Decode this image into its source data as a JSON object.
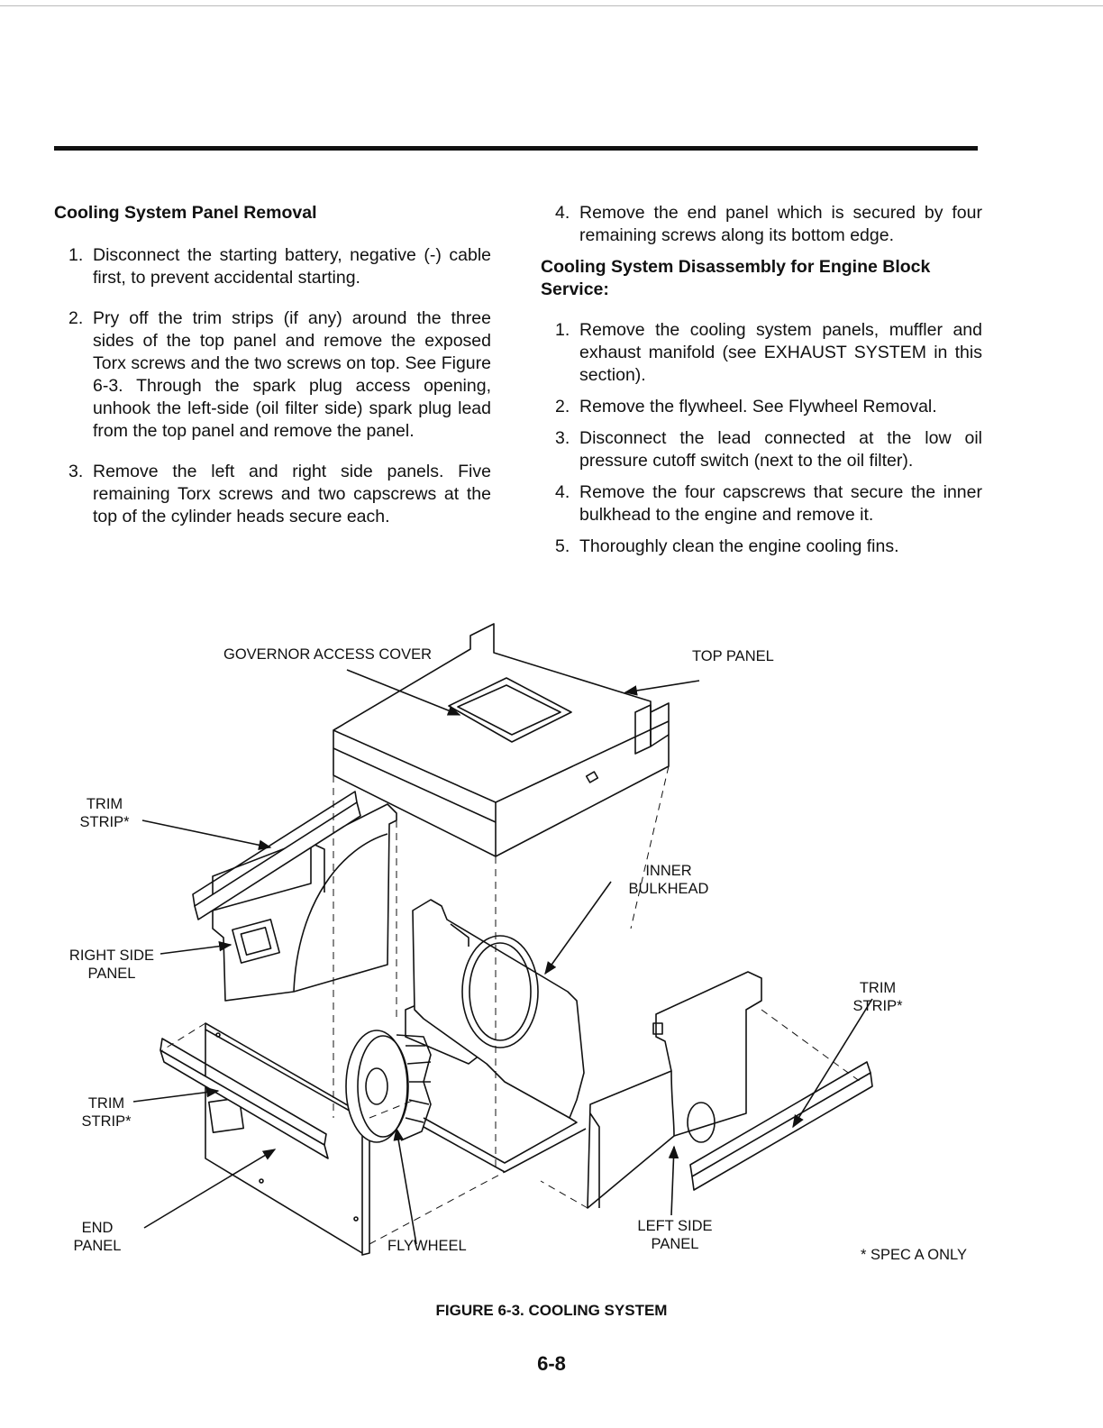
{
  "left_heading": "Cooling System Panel Removal",
  "left_steps": [
    {
      "num": "1.",
      "text": "Disconnect the starting battery, negative (-) cable first, to prevent accidental starting."
    },
    {
      "num": "2.",
      "text": "Pry off the trim strips (if any) around the three sides of the top panel and remove the exposed Torx screws and the two screws on top. See Figure 6-3. Through the spark plug access opening, unhook the left-side (oil filter side) spark plug lead from the top panel and remove the panel."
    },
    {
      "num": "3.",
      "text": "Remove the left and right side panels. Five remaining Torx screws and two capscrews at the top of the cylinder heads secure each."
    }
  ],
  "right_steps_top": [
    {
      "num": "4.",
      "text": "Remove the end panel which is secured by four remaining screws along its bottom edge."
    }
  ],
  "right_heading": "Cooling System Disassembly for Engine Block Service:",
  "right_steps": [
    {
      "num": "1.",
      "text": "Remove the cooling system panels, muffler and exhaust manifold (see EXHAUST SYSTEM in this section)."
    },
    {
      "num": "2.",
      "text": "Remove the flywheel. See Flywheel Removal."
    },
    {
      "num": "3.",
      "text": "Disconnect the lead connected at the low oil pressure cutoff switch (next to the oil filter)."
    },
    {
      "num": "4.",
      "text": "Remove the four capscrews that secure the inner bulkhead to the engine and remove it."
    },
    {
      "num": "5.",
      "text": "Thoroughly clean the engine cooling fins."
    }
  ],
  "figure_labels": {
    "governor": "GOVERNOR ACCESS COVER",
    "top_panel": "TOP PANEL",
    "trim_strip_1": "TRIM STRIP*",
    "inner_bulkhead": "INNER BULKHEAD",
    "right_side_panel": "RIGHT SIDE PANEL",
    "trim_strip_2": "TRIM STRIP*",
    "trim_strip_3": "TRIM STRIP*",
    "end_panel": "END PANEL",
    "flywheel": "FLYWHEEL",
    "left_side_panel": "LEFT SIDE PANEL",
    "spec_note": "* SPEC A ONLY"
  },
  "caption": "FIGURE 6-3. COOLING SYSTEM",
  "page_number": "6-8"
}
